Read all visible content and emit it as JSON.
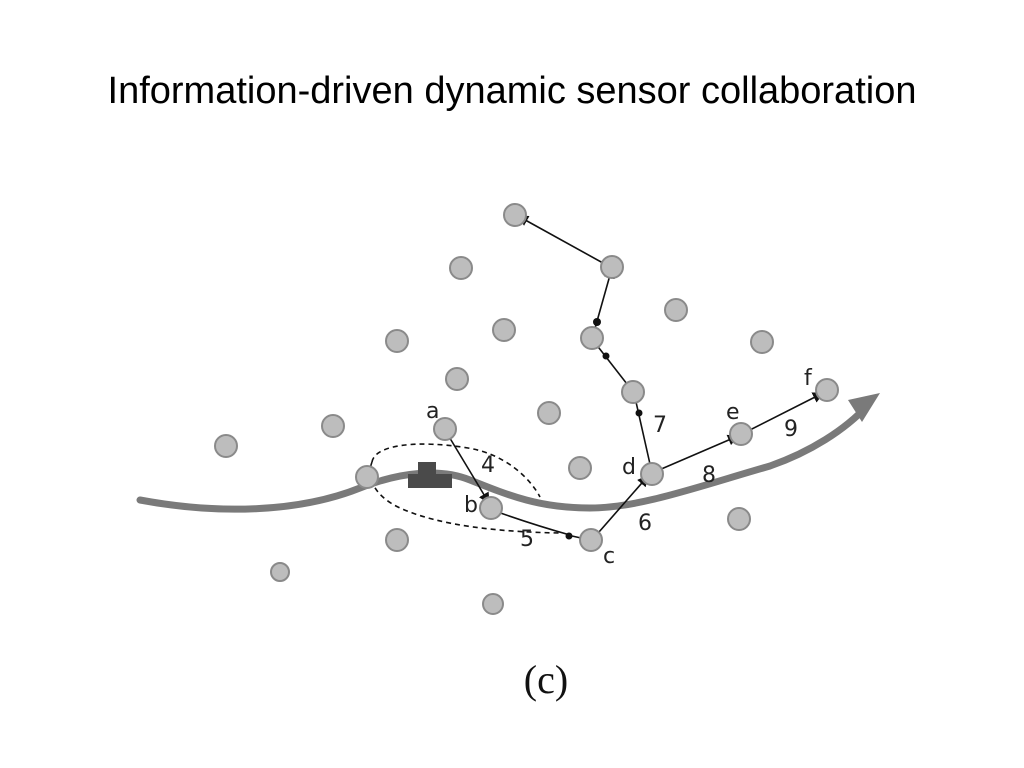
{
  "slide": {
    "title": "Information-driven dynamic sensor collaboration"
  },
  "diagram": {
    "caption": "(c)",
    "node_labels": {
      "a": "a",
      "b": "b",
      "c": "c",
      "d": "d",
      "e": "e",
      "f": "f"
    },
    "step_labels": {
      "s4": "4",
      "s5": "5",
      "s6": "6",
      "s7": "7",
      "s8": "8",
      "s9": "9"
    },
    "colors": {
      "sensor_fill": "#bdbdbd",
      "sensor_stroke": "#8a8a8a",
      "trajectory": "#7a7a7a",
      "target": "#4a4a4a",
      "path": "#111111"
    }
  }
}
